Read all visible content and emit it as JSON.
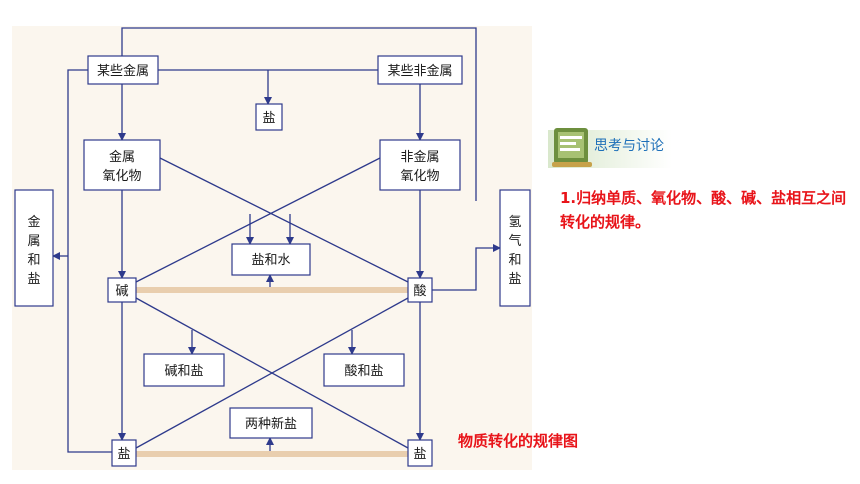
{
  "diagram": {
    "nodes": {
      "some_metals": "某些金属",
      "some_nonmetals": "某些非金属",
      "salt_top": "盐",
      "metal_oxide_1": "金属",
      "metal_oxide_2": "氧化物",
      "nonmetal_oxide_1": "非金属",
      "nonmetal_oxide_2": "氧化物",
      "metal_and_salt": [
        "金",
        "属",
        "和",
        "盐"
      ],
      "hydrogen_and_salt": [
        "氢",
        "气",
        "和",
        "盐"
      ],
      "salt_and_water": "盐和水",
      "base": "碱",
      "acid": "酸",
      "base_and_salt": "碱和盐",
      "acid_and_salt": "酸和盐",
      "two_new_salts": "两种新盐",
      "salt_bottom_left": "盐",
      "salt_bottom_right": "盐"
    },
    "colors": {
      "line": "#2e3a8c",
      "panel": "#fbf6ee",
      "box": "#ffffff",
      "band": "#e9ceae"
    }
  },
  "badge": {
    "label": "思考与讨论",
    "icon": "book-icon"
  },
  "question": "1.归纳单质、氧化物、酸、碱、盐相互之间转化的规律。",
  "caption": "物质转化的规律图"
}
